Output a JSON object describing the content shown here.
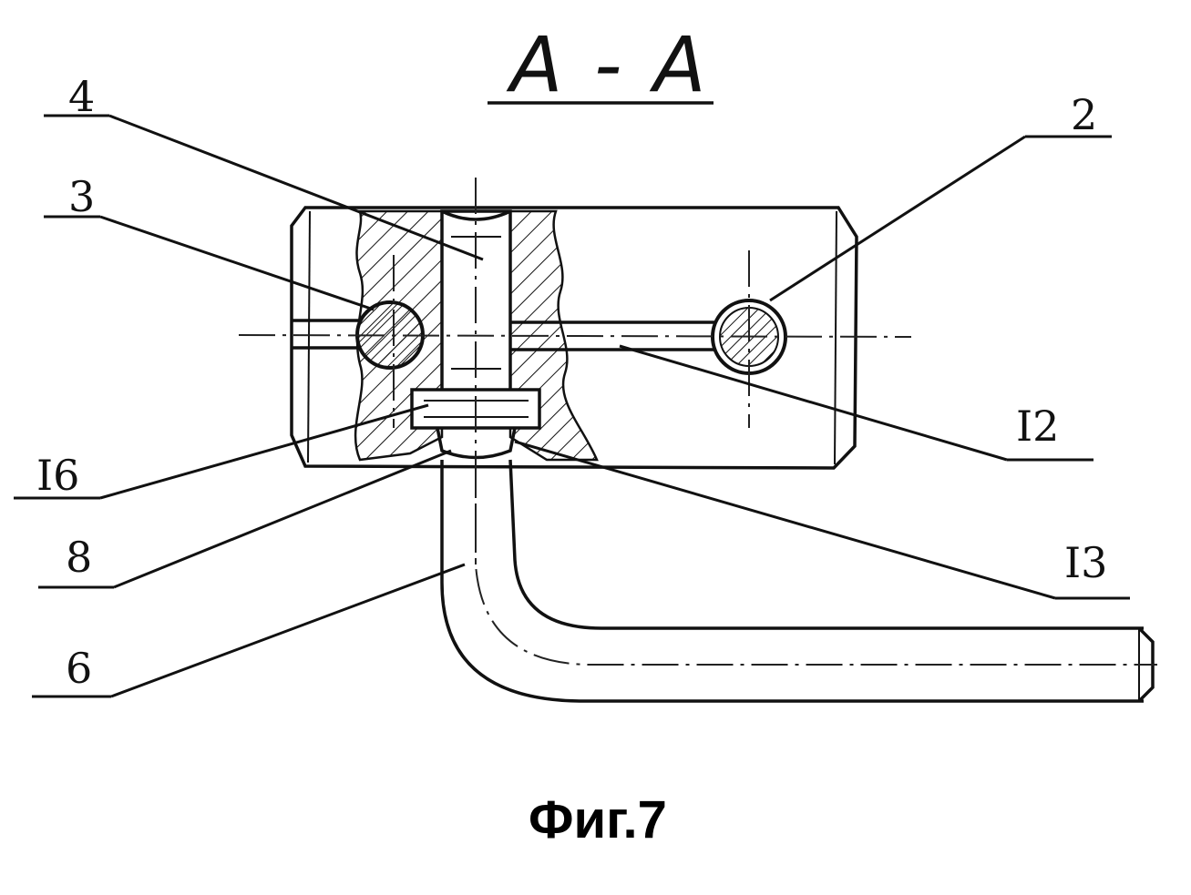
{
  "section_title": "A - A",
  "figure_caption": "Фиг.7",
  "callouts": {
    "label_4": "4",
    "label_3": "3",
    "label_2": "2",
    "label_12": "I2",
    "label_16": "I6",
    "label_8": "8",
    "label_13": "I3",
    "label_6": "6"
  }
}
